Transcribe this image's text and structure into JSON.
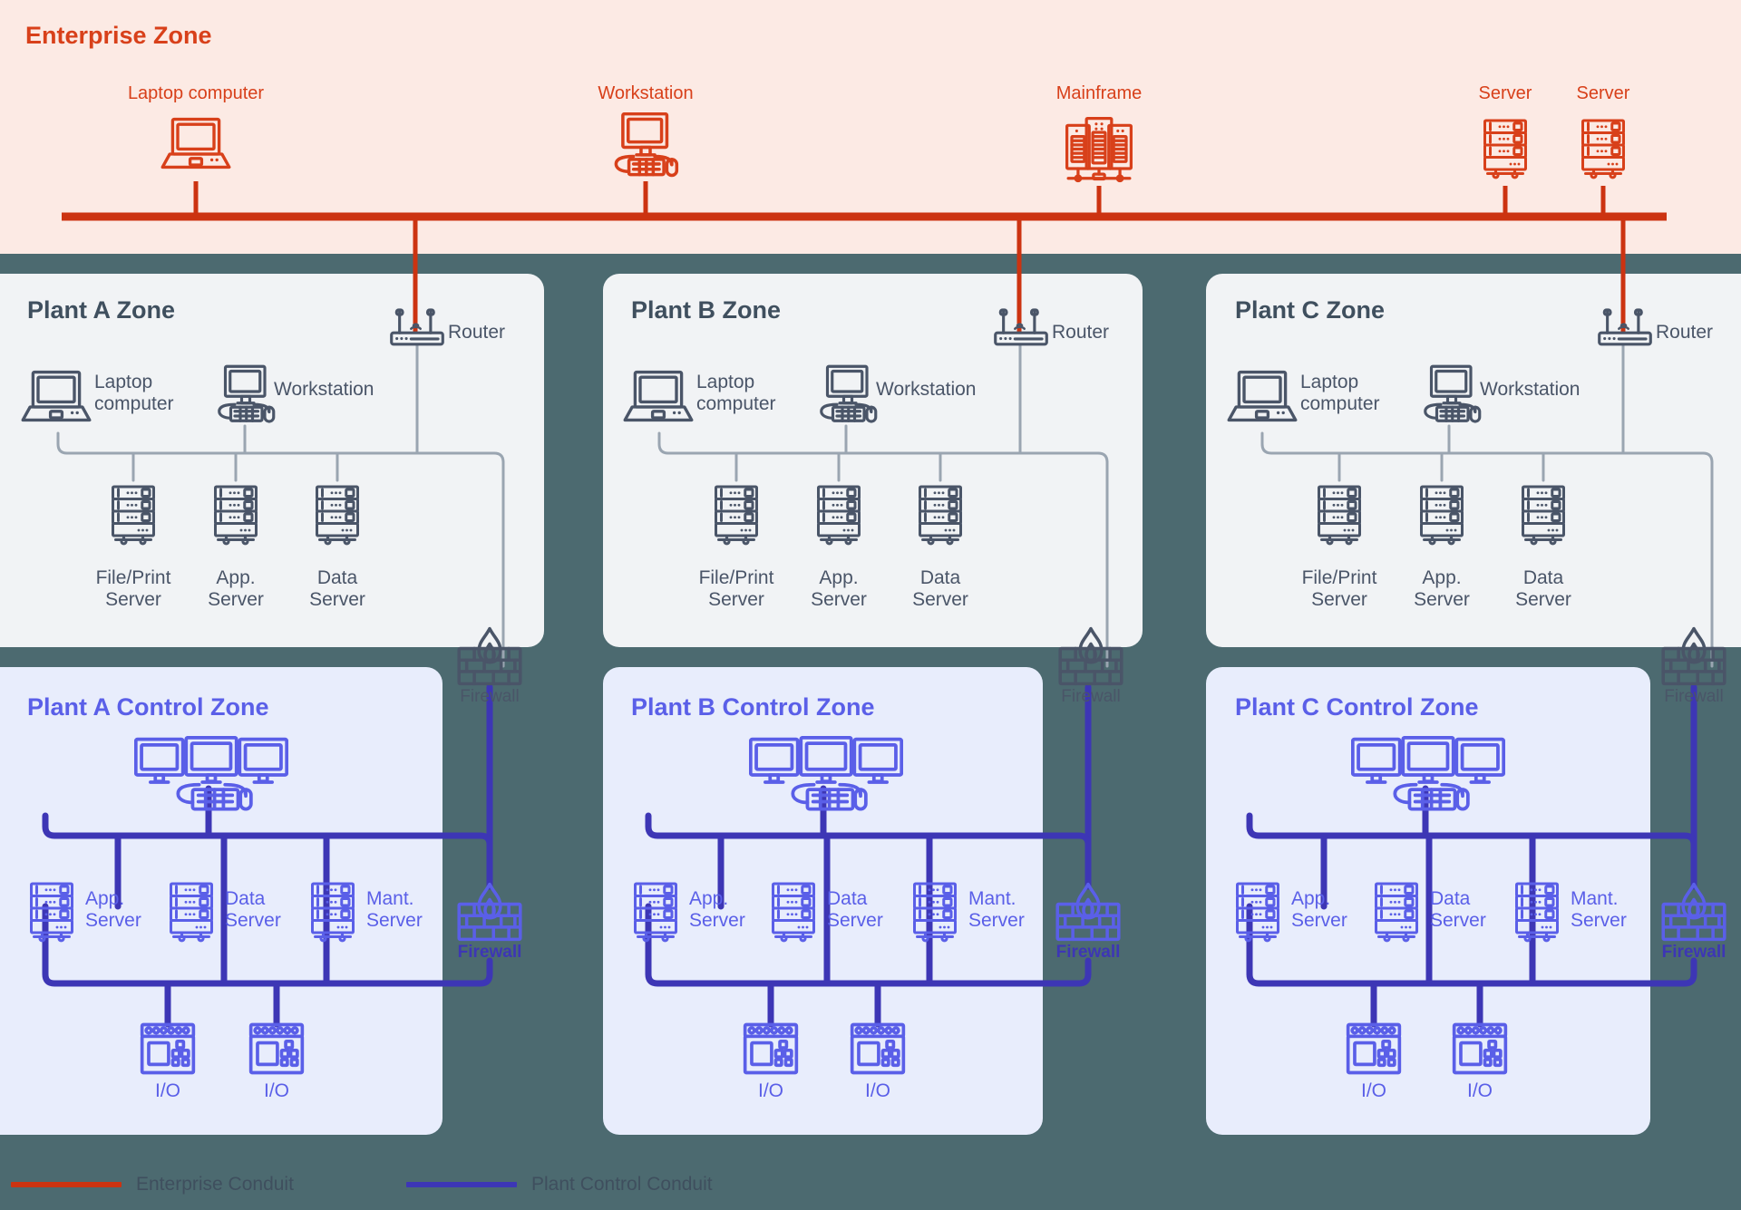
{
  "colors": {
    "page_background": "#4C6A70",
    "enterprise_zone_fill": "#FCEAE4",
    "enterprise_accent": "#D8401A",
    "plant_zone_fill": "#F1F3F5",
    "plant_accent": "#4A5568",
    "control_zone_fill": "#E8EDFC",
    "control_accent": "#5A5FE8",
    "control_conduit": "#3D36B5"
  },
  "enterprise": {
    "title": "Enterprise Zone",
    "nodes": [
      {
        "label": "Laptop computer",
        "icon": "laptop-icon"
      },
      {
        "label": "Workstation",
        "icon": "workstation-icon"
      },
      {
        "label": "Mainframe",
        "icon": "mainframe-icon"
      },
      {
        "label": "Server",
        "icon": "server-icon"
      },
      {
        "label": "Server",
        "icon": "server-icon"
      }
    ]
  },
  "plant_zones": [
    {
      "title": "Plant A Zone",
      "router": {
        "label": "Router",
        "icon": "router-icon"
      },
      "laptop": {
        "label": "Laptop\ncomputer",
        "icon": "laptop-icon"
      },
      "workstation": {
        "label": "Workstation",
        "icon": "workstation-icon"
      },
      "servers": [
        {
          "label": "File/Print\nServer",
          "icon": "server-icon"
        },
        {
          "label": "App.\nServer",
          "icon": "server-icon"
        },
        {
          "label": "Data\nServer",
          "icon": "server-icon"
        }
      ],
      "firewall": {
        "label": "Firewall",
        "icon": "firewall-icon"
      }
    },
    {
      "title": "Plant B Zone",
      "router": {
        "label": "Router",
        "icon": "router-icon"
      },
      "laptop": {
        "label": "Laptop\ncomputer",
        "icon": "laptop-icon"
      },
      "workstation": {
        "label": "Workstation",
        "icon": "workstation-icon"
      },
      "servers": [
        {
          "label": "File/Print\nServer",
          "icon": "server-icon"
        },
        {
          "label": "App.\nServer",
          "icon": "server-icon"
        },
        {
          "label": "Data\nServer",
          "icon": "server-icon"
        }
      ],
      "firewall": {
        "label": "Firewall",
        "icon": "firewall-icon"
      }
    },
    {
      "title": "Plant C Zone",
      "router": {
        "label": "Router",
        "icon": "router-icon"
      },
      "laptop": {
        "label": "Laptop\ncomputer",
        "icon": "laptop-icon"
      },
      "workstation": {
        "label": "Workstation",
        "icon": "workstation-icon"
      },
      "servers": [
        {
          "label": "File/Print\nServer",
          "icon": "server-icon"
        },
        {
          "label": "App.\nServer",
          "icon": "server-icon"
        },
        {
          "label": "Data\nServer",
          "icon": "server-icon"
        }
      ],
      "firewall": {
        "label": "Firewall",
        "icon": "firewall-icon"
      }
    }
  ],
  "control_zones": [
    {
      "title": "Plant A Control Zone",
      "hmi": {
        "icon": "triple-monitor-workstation-icon"
      },
      "servers": [
        {
          "label": "App.\nServer",
          "icon": "server-icon"
        },
        {
          "label": "Data\nServer",
          "icon": "server-icon"
        },
        {
          "label": "Mant.\nServer",
          "icon": "server-icon"
        }
      ],
      "io": [
        {
          "label": "I/O",
          "icon": "io-module-icon"
        },
        {
          "label": "I/O",
          "icon": "io-module-icon"
        }
      ],
      "firewall": {
        "label": "Firewall",
        "icon": "firewall-icon"
      }
    },
    {
      "title": "Plant B Control Zone",
      "hmi": {
        "icon": "triple-monitor-workstation-icon"
      },
      "servers": [
        {
          "label": "App.\nServer",
          "icon": "server-icon"
        },
        {
          "label": "Data\nServer",
          "icon": "server-icon"
        },
        {
          "label": "Mant.\nServer",
          "icon": "server-icon"
        }
      ],
      "io": [
        {
          "label": "I/O",
          "icon": "io-module-icon"
        },
        {
          "label": "I/O",
          "icon": "io-module-icon"
        }
      ],
      "firewall": {
        "label": "Firewall",
        "icon": "firewall-icon"
      }
    },
    {
      "title": "Plant C Control Zone",
      "hmi": {
        "icon": "triple-monitor-workstation-icon"
      },
      "servers": [
        {
          "label": "App.\nServer",
          "icon": "server-icon"
        },
        {
          "label": "Data\nServer",
          "icon": "server-icon"
        },
        {
          "label": "Mant.\nServer",
          "icon": "server-icon"
        }
      ],
      "io": [
        {
          "label": "I/O",
          "icon": "io-module-icon"
        },
        {
          "label": "I/O",
          "icon": "io-module-icon"
        }
      ],
      "firewall": {
        "label": "Firewall",
        "icon": "firewall-icon"
      }
    }
  ],
  "legend": [
    {
      "label": "Enterprise Conduit",
      "color": "#CC3311"
    },
    {
      "label": "Plant Control Conduit",
      "color": "#3D36B5"
    }
  ]
}
